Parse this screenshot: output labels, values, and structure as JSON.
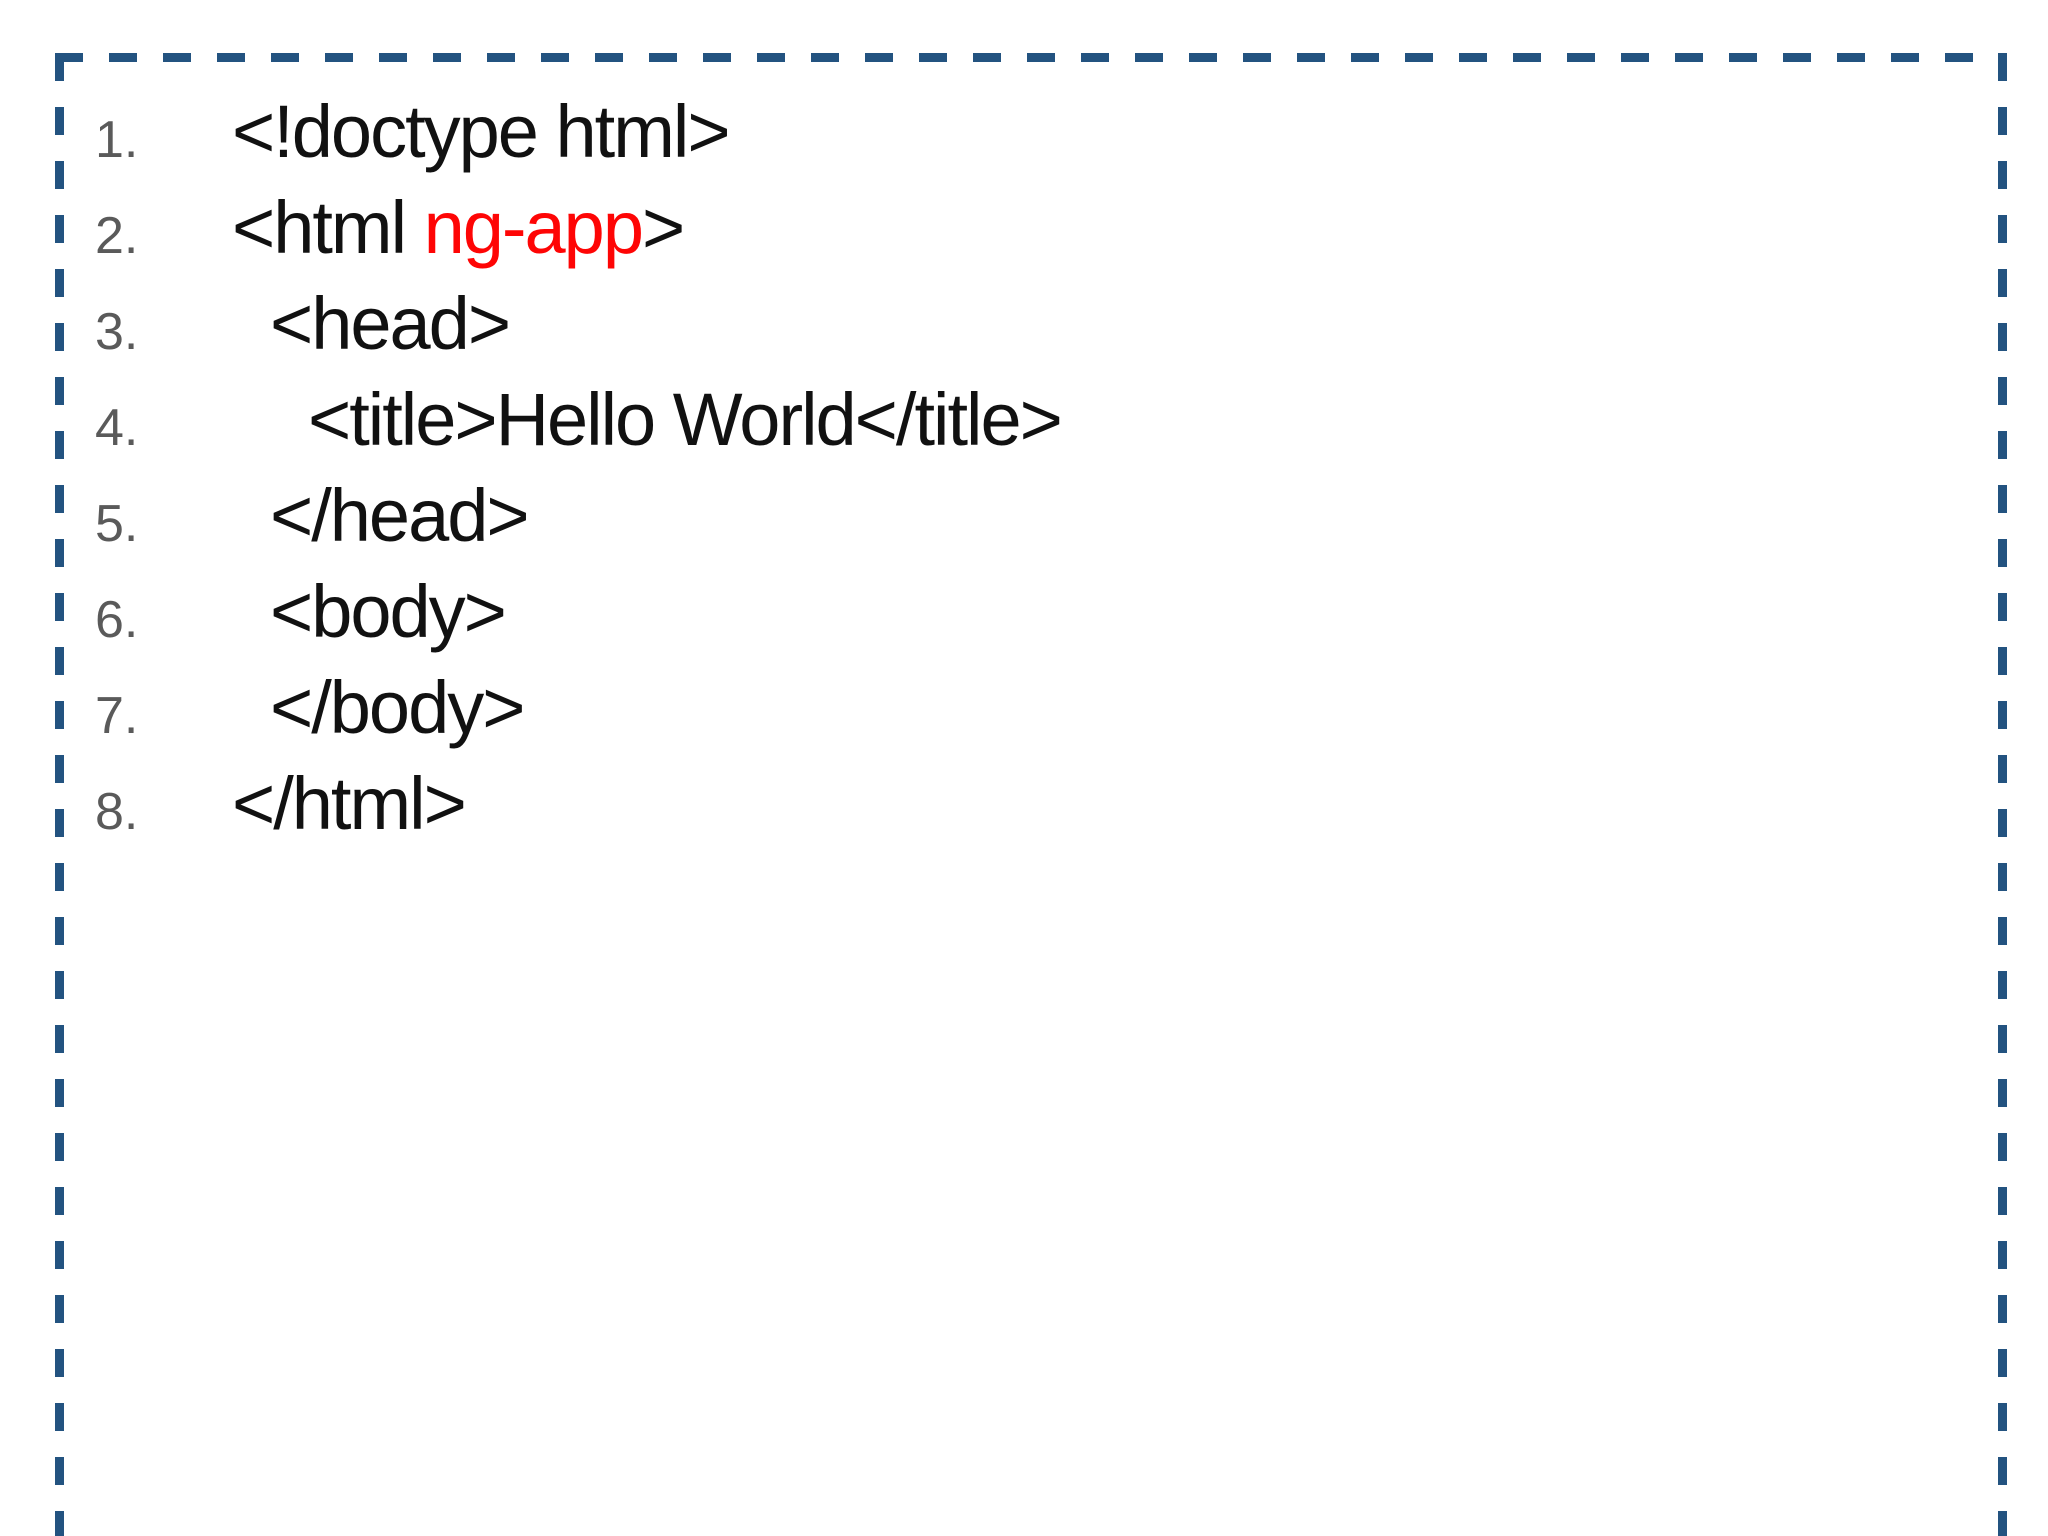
{
  "page": {
    "background": "#ffffff"
  },
  "code_block": {
    "colors": {
      "border": "#235380",
      "code_text": "#111111",
      "line_number": "#5a5a5a",
      "highlight": "#fe0505"
    },
    "lines": [
      {
        "number": "1.",
        "indent": 0,
        "segments": [
          {
            "text": "<!doctype html>"
          }
        ]
      },
      {
        "number": "2.",
        "indent": 0,
        "segments": [
          {
            "text": "<html "
          },
          {
            "text": "ng-app",
            "highlight": true
          },
          {
            "text": ">"
          }
        ]
      },
      {
        "number": "3.",
        "indent": 1,
        "segments": [
          {
            "text": "<head>"
          }
        ]
      },
      {
        "number": "4.",
        "indent": 2,
        "segments": [
          {
            "text": "<title>Hello World</title>"
          }
        ]
      },
      {
        "number": "5.",
        "indent": 1,
        "segments": [
          {
            "text": "</head>"
          }
        ]
      },
      {
        "number": "6.",
        "indent": 1,
        "segments": [
          {
            "text": "<body>"
          }
        ]
      },
      {
        "number": "7.",
        "indent": 1,
        "segments": [
          {
            "text": "</body>"
          }
        ]
      },
      {
        "number": "8.",
        "indent": 0,
        "segments": [
          {
            "text": "</html>"
          }
        ]
      }
    ]
  }
}
